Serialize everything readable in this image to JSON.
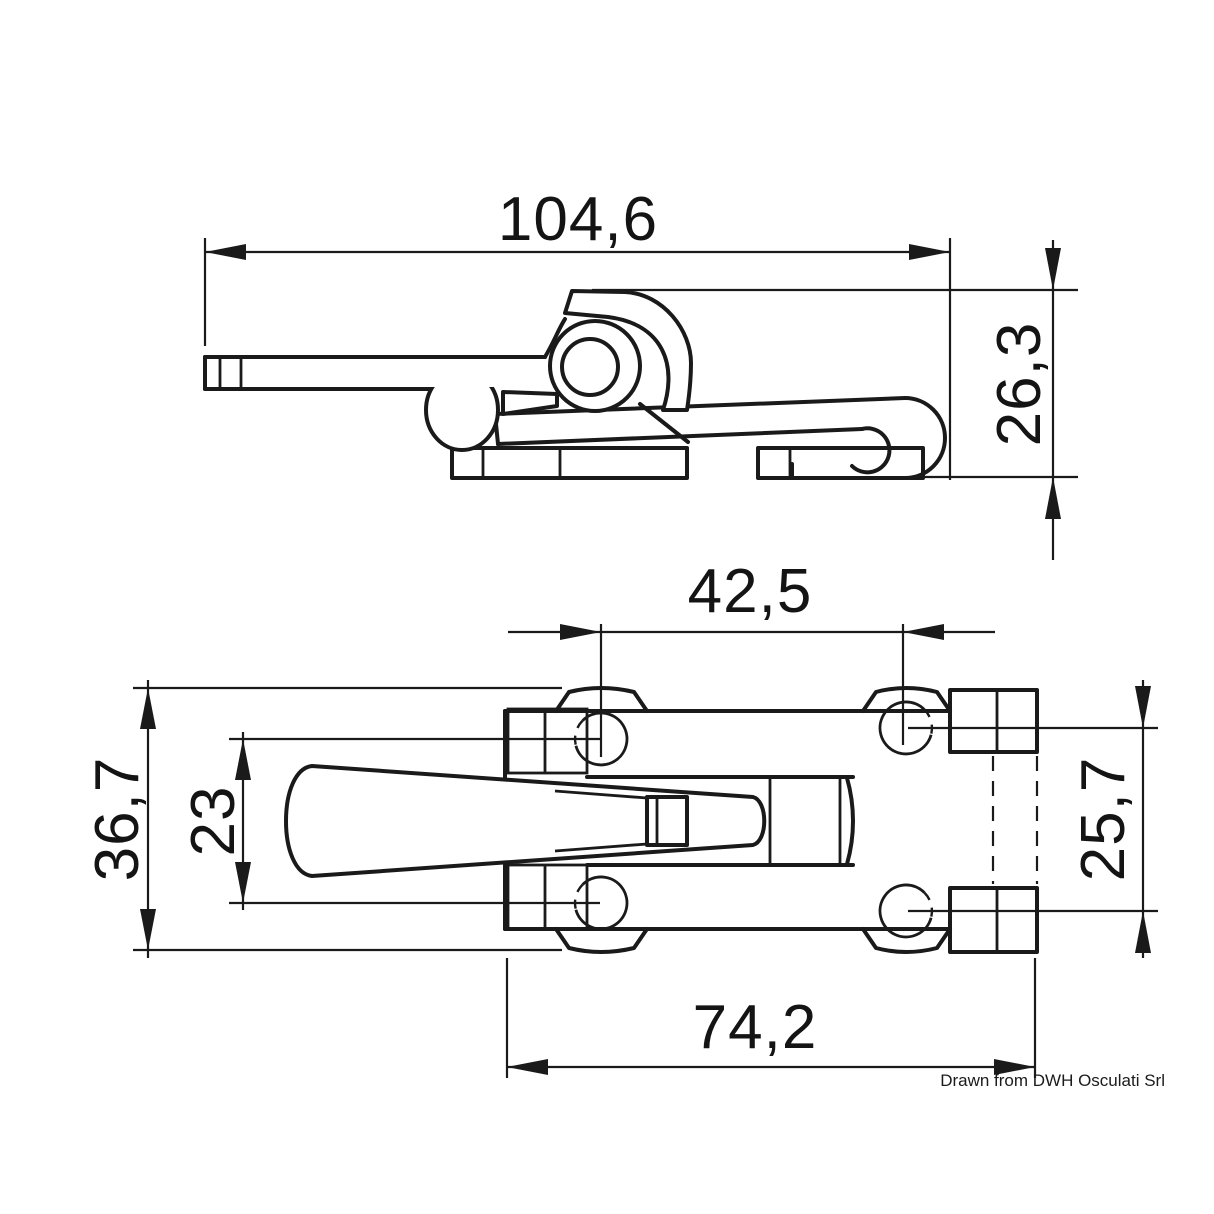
{
  "drawing": {
    "type": "technical-dimension-drawing",
    "subject": "lever latch fastener, side view and plan view",
    "credit": "Drawn from DWH Osculati Srl",
    "colors": {
      "line": "#1a1a1a",
      "background": "#ffffff"
    },
    "views": {
      "side": {
        "dims": {
          "overall_length": "104,6",
          "overall_height": "26,3"
        }
      },
      "top": {
        "dims": {
          "hole_spacing_horizontal": "42,5",
          "overall_width": "36,7",
          "hole_spacing_left": "23",
          "hole_spacing_right": "25,7",
          "base_length": "74,2"
        }
      }
    }
  }
}
